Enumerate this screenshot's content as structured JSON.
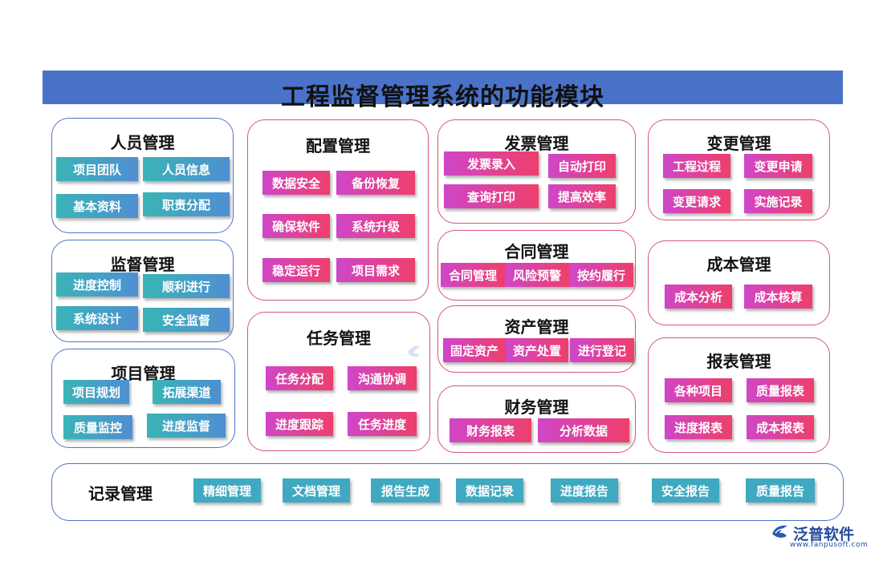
{
  "title": "工程监督管理系统的功能模块",
  "colors": {
    "title_bar": "#4a72c9",
    "blue_border": "#4f74c9",
    "red_border": "#d6586f",
    "teal_start": "#3ab4b6",
    "pink_start": "#cf46c8",
    "pink_end": "#ee3f6b"
  },
  "panels": {
    "personnel": {
      "title": "人员管理",
      "items": [
        "项目团队",
        "人员信息",
        "基本资料",
        "职责分配"
      ]
    },
    "supervision": {
      "title": "监督管理",
      "items": [
        "进度控制",
        "顺利进行",
        "系统设计",
        "安全监督"
      ]
    },
    "project": {
      "title": "项目管理",
      "items": [
        "项目规划",
        "拓展渠道",
        "质量监控",
        "进度监督"
      ]
    },
    "config": {
      "title": "配置管理",
      "items": [
        "数据安全",
        "备份恢复",
        "确保软件",
        "系统升级",
        "稳定运行",
        "项目需求"
      ]
    },
    "task": {
      "title": "任务管理",
      "items": [
        "任务分配",
        "沟通协调",
        "进度跟踪",
        "任务进度"
      ]
    },
    "invoice": {
      "title": "发票管理",
      "items": [
        "发票录入",
        "自动打印",
        "查询打印",
        "提高效率"
      ]
    },
    "contract": {
      "title": "合同管理",
      "items": [
        "合同管理",
        "风险预警",
        "按约履行"
      ]
    },
    "asset": {
      "title": "资产管理",
      "items": [
        "固定资产",
        "资产处置",
        "进行登记"
      ]
    },
    "finance": {
      "title": "财务管理",
      "items": [
        "财务报表",
        "分析数据"
      ]
    },
    "change": {
      "title": "变更管理",
      "items": [
        "工程过程",
        "变更申请",
        "变更请求",
        "实施记录"
      ]
    },
    "cost": {
      "title": "成本管理",
      "items": [
        "成本分析",
        "成本核算"
      ]
    },
    "report": {
      "title": "报表管理",
      "items": [
        "各种项目",
        "质量报表",
        "进度报表",
        "成本报表"
      ]
    },
    "record": {
      "title": "记录管理",
      "items": [
        "精细管理",
        "文档管理",
        "报告生成",
        "数据记录",
        "进度报告",
        "安全报告",
        "质量报告"
      ]
    }
  },
  "logo": {
    "name": "泛普软件",
    "url": "www.fanpusoft.com",
    "icon": "fanpu-logo-icon"
  }
}
